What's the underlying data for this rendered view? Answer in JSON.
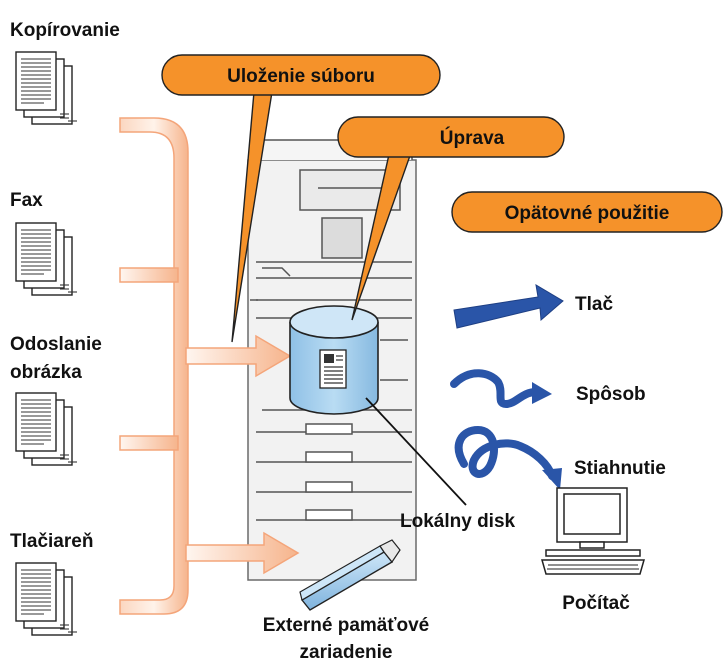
{
  "sources": [
    {
      "label": "Kopírovanie"
    },
    {
      "label": "Fax"
    },
    {
      "label_line1": "Odoslanie",
      "label_line2": "obrázka"
    },
    {
      "label": "Tlačiareň"
    }
  ],
  "callouts": {
    "file_save": "Uloženie súboru",
    "edit": "Úprava",
    "reuse": "Opätovné použitie"
  },
  "storage": {
    "local_disk": "Lokálny disk",
    "external_line1": "Externé pamäťové",
    "external_line2": "zariadenie"
  },
  "outputs": {
    "print": "Tlač",
    "method": "Spôsob",
    "download": "Stiahnutie"
  },
  "computer": {
    "label": "Počítač"
  },
  "colors": {
    "callout_fill": "#f5922a",
    "pipe_edge": "#f4a57a",
    "pipe_fill_light": "#fde7da",
    "disk_fill": "#a9d0ec",
    "disk_top": "#cfe6f7",
    "arrow_blue": "#2a55a8",
    "machine_gray": "#e4e4e4"
  }
}
